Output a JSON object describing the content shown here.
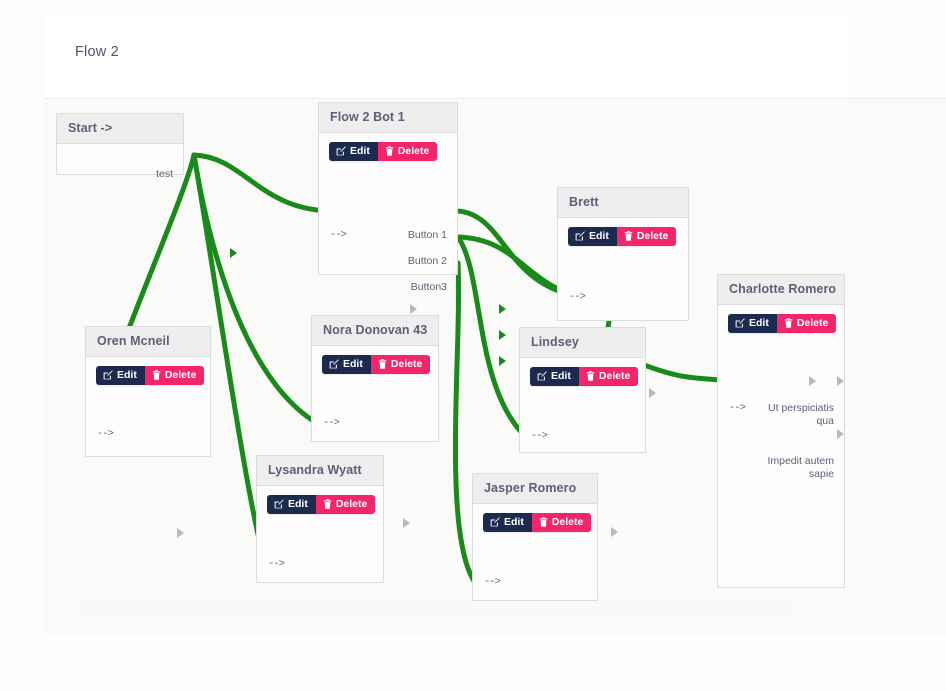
{
  "header": {
    "title": "Flow 2"
  },
  "canvas": {
    "edge_color": "#1a8a1a",
    "node_header_bg": "#eeeeee",
    "node_bg": "#fdfdfd",
    "node_border": "#dcdcdc",
    "background": "#fafaf9"
  },
  "buttons": {
    "edit_label": "Edit",
    "delete_label": "Delete",
    "edit_color": "#1b2a4e",
    "delete_color": "#f5256a"
  },
  "nodes": [
    {
      "id": "start",
      "title": "Start ->",
      "has_actions": false,
      "inputs": [],
      "outputs": [
        "test"
      ]
    },
    {
      "id": "flow2bot1",
      "title": "Flow 2 Bot 1",
      "has_actions": true,
      "inputs": [
        "-->"
      ],
      "outputs": [
        "Button 1",
        "Button 2",
        "Button3"
      ]
    },
    {
      "id": "oren",
      "title": "Oren Mcneil",
      "has_actions": true,
      "inputs": [
        "-->"
      ],
      "outputs": []
    },
    {
      "id": "nora",
      "title": "Nora Donovan 43",
      "has_actions": true,
      "inputs": [
        "-->"
      ],
      "outputs": []
    },
    {
      "id": "lysandra",
      "title": "Lysandra Wyatt",
      "has_actions": true,
      "inputs": [
        "-->"
      ],
      "outputs": []
    },
    {
      "id": "brett",
      "title": "Brett",
      "has_actions": true,
      "inputs": [
        "-->"
      ],
      "outputs": []
    },
    {
      "id": "lindsey",
      "title": "Lindsey",
      "has_actions": true,
      "inputs": [
        "-->"
      ],
      "outputs": []
    },
    {
      "id": "jasper",
      "title": "Jasper Romero",
      "has_actions": true,
      "inputs": [
        "-->"
      ],
      "outputs": []
    },
    {
      "id": "charlotte",
      "title": "Charlotte Romero",
      "has_actions": true,
      "inputs": [
        "-->"
      ],
      "outputs": [
        "Ut perspiciatis qua",
        "Impedit autem sapie"
      ]
    }
  ],
  "edges": [
    {
      "from": "start.test",
      "to": "flow2bot1.in"
    },
    {
      "from": "start.test",
      "to": "oren.in"
    },
    {
      "from": "start.test",
      "to": "nora.in"
    },
    {
      "from": "start.test",
      "to": "lysandra.in"
    },
    {
      "from": "flow2bot1.Button 1",
      "to": "brett.in"
    },
    {
      "from": "flow2bot1.Button 2",
      "to": "brett.in"
    },
    {
      "from": "flow2bot1.Button 2",
      "to": "lindsey.in"
    },
    {
      "from": "flow2bot1.Button3",
      "to": "jasper.in"
    },
    {
      "from": "brett.out",
      "to": "lindsey.in"
    },
    {
      "from": "lindsey.out",
      "to": "charlotte.in"
    }
  ]
}
